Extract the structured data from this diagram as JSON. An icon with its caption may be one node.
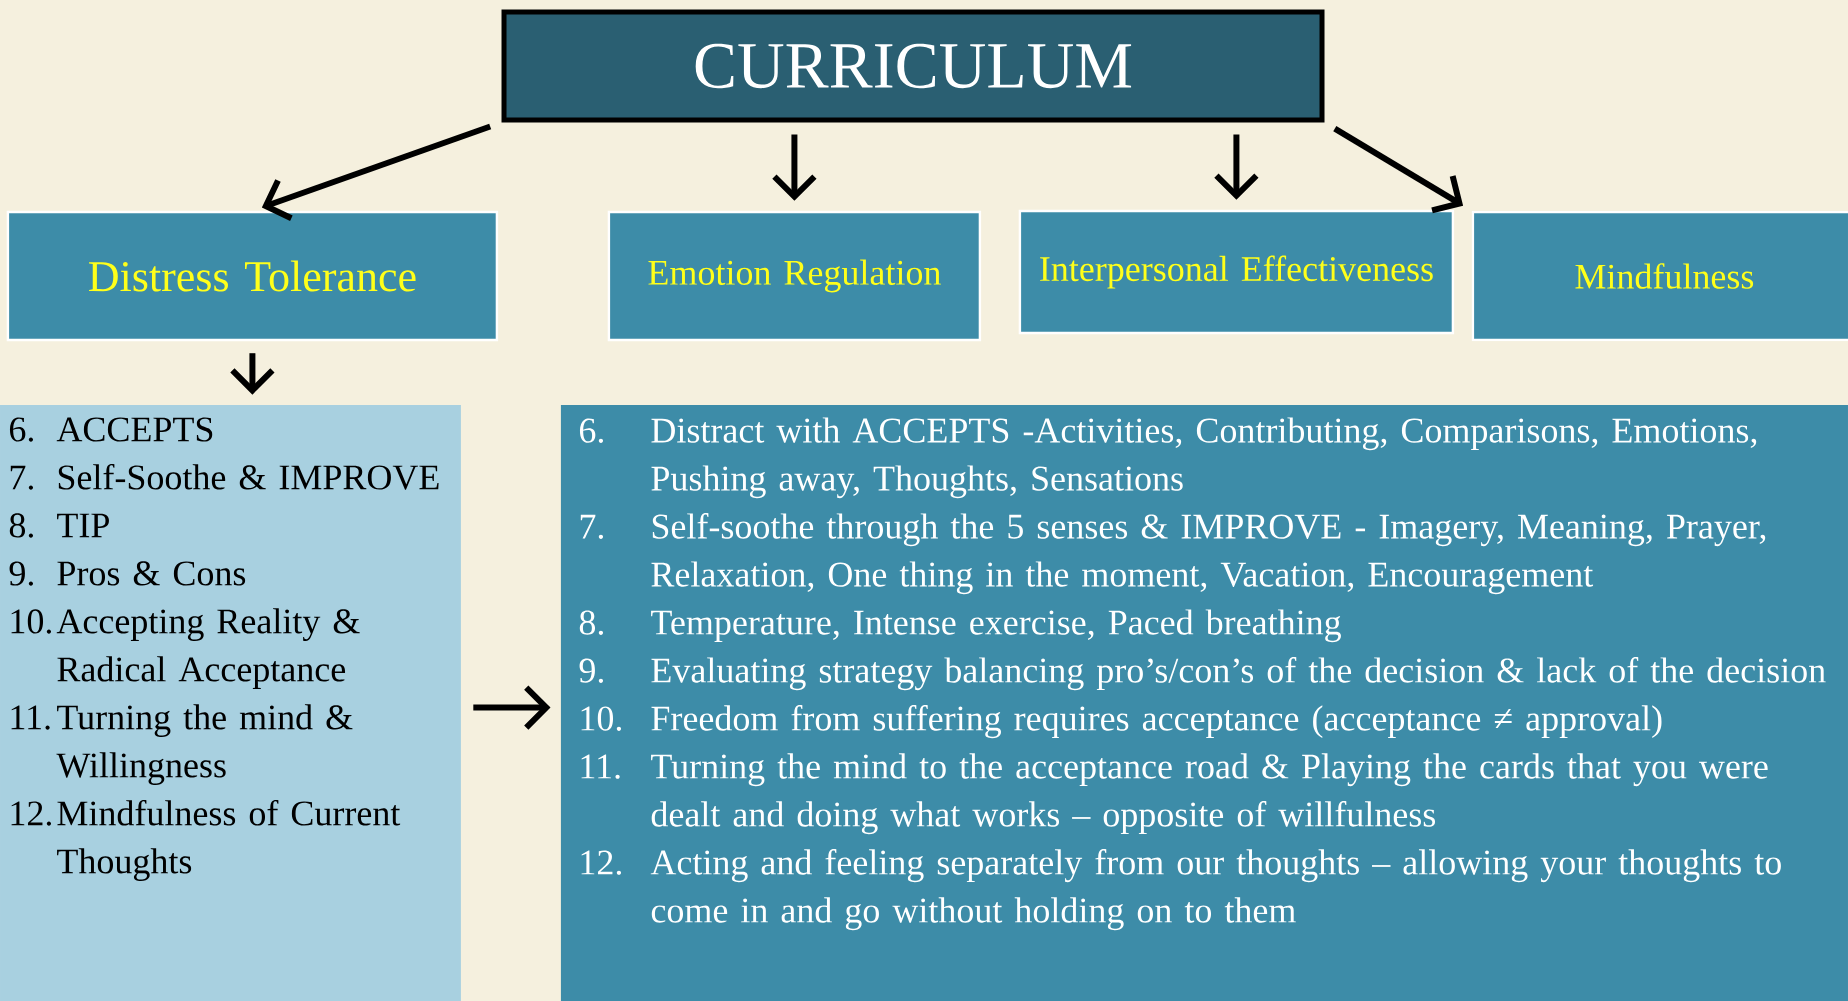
{
  "diagram": {
    "nodes": [
      {
        "text": [
          "CURRICULUM"
        ]
      },
      {
        "text": [
          "Distress Tolerance"
        ]
      },
      {
        "text": [
          "Emotion Regulation"
        ]
      },
      {
        "text": [
          "Interpersonal Effectiveness"
        ]
      },
      {
        "text": [
          "Mindfulness"
        ]
      },
      {
        "text": [
          "6.",
          "ACCEPTS",
          "7.",
          "Self-Soothe & IMPROVE",
          "8.",
          "TIP",
          "9.",
          "Pros & Cons",
          "10.",
          "Accepting Reality & Radical Acceptance",
          "11.",
          "Turning the mind & Willingness",
          "12.",
          "Mindfulness of Current Thoughts"
        ]
      },
      {
        "text": [
          "6.",
          "Distract with ACCEPTS -Activities, Contributing, Comparisons, Emotions, Pushing away, Thoughts, Sensations",
          "7.",
          "Self-soothe through the 5 senses & IMPROVE - Imagery, Meaning, Prayer, Relaxation, One thing in the moment, Vacation, Encouragement",
          "8.",
          "Temperature, Intense exercise, Paced breathing",
          "9.",
          "Evaluating strategy balancing pro’s/con’s of the decision & lack of the decision",
          "10.",
          "Freedom from suffering requires acceptance (acceptance ≠  approval)",
          "11.",
          "Turning the mind to the acceptance road & Playing the cards that you were dealt and doing what works – opposite of willfulness",
          "12.",
          "Acting and feeling separately from our thoughts – allowing your thoughts to come in and go without holding on to them"
        ]
      }
    ],
    "edges": [
      {
        "from": 0,
        "to": 1,
        "arrow": "to"
      },
      {
        "from": 0,
        "to": 2,
        "arrow": "to"
      },
      {
        "from": 0,
        "to": 3,
        "arrow": "to"
      },
      {
        "from": 0,
        "to": 4,
        "arrow": "to"
      },
      {
        "from": 1,
        "to": 5,
        "arrow": "to"
      },
      {
        "from": 5,
        "to": 6,
        "arrow": "to"
      }
    ]
  }
}
